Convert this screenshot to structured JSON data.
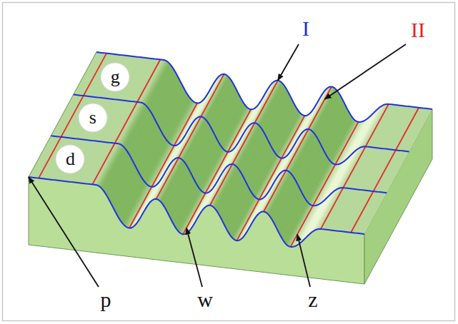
{
  "diagram": {
    "nodes": [
      {
        "text": [
          "g"
        ]
      },
      {
        "text": [
          "s"
        ]
      },
      {
        "text": [
          "d"
        ]
      }
    ],
    "labels": [
      "I",
      "II",
      "p",
      "w",
      "z"
    ]
  }
}
